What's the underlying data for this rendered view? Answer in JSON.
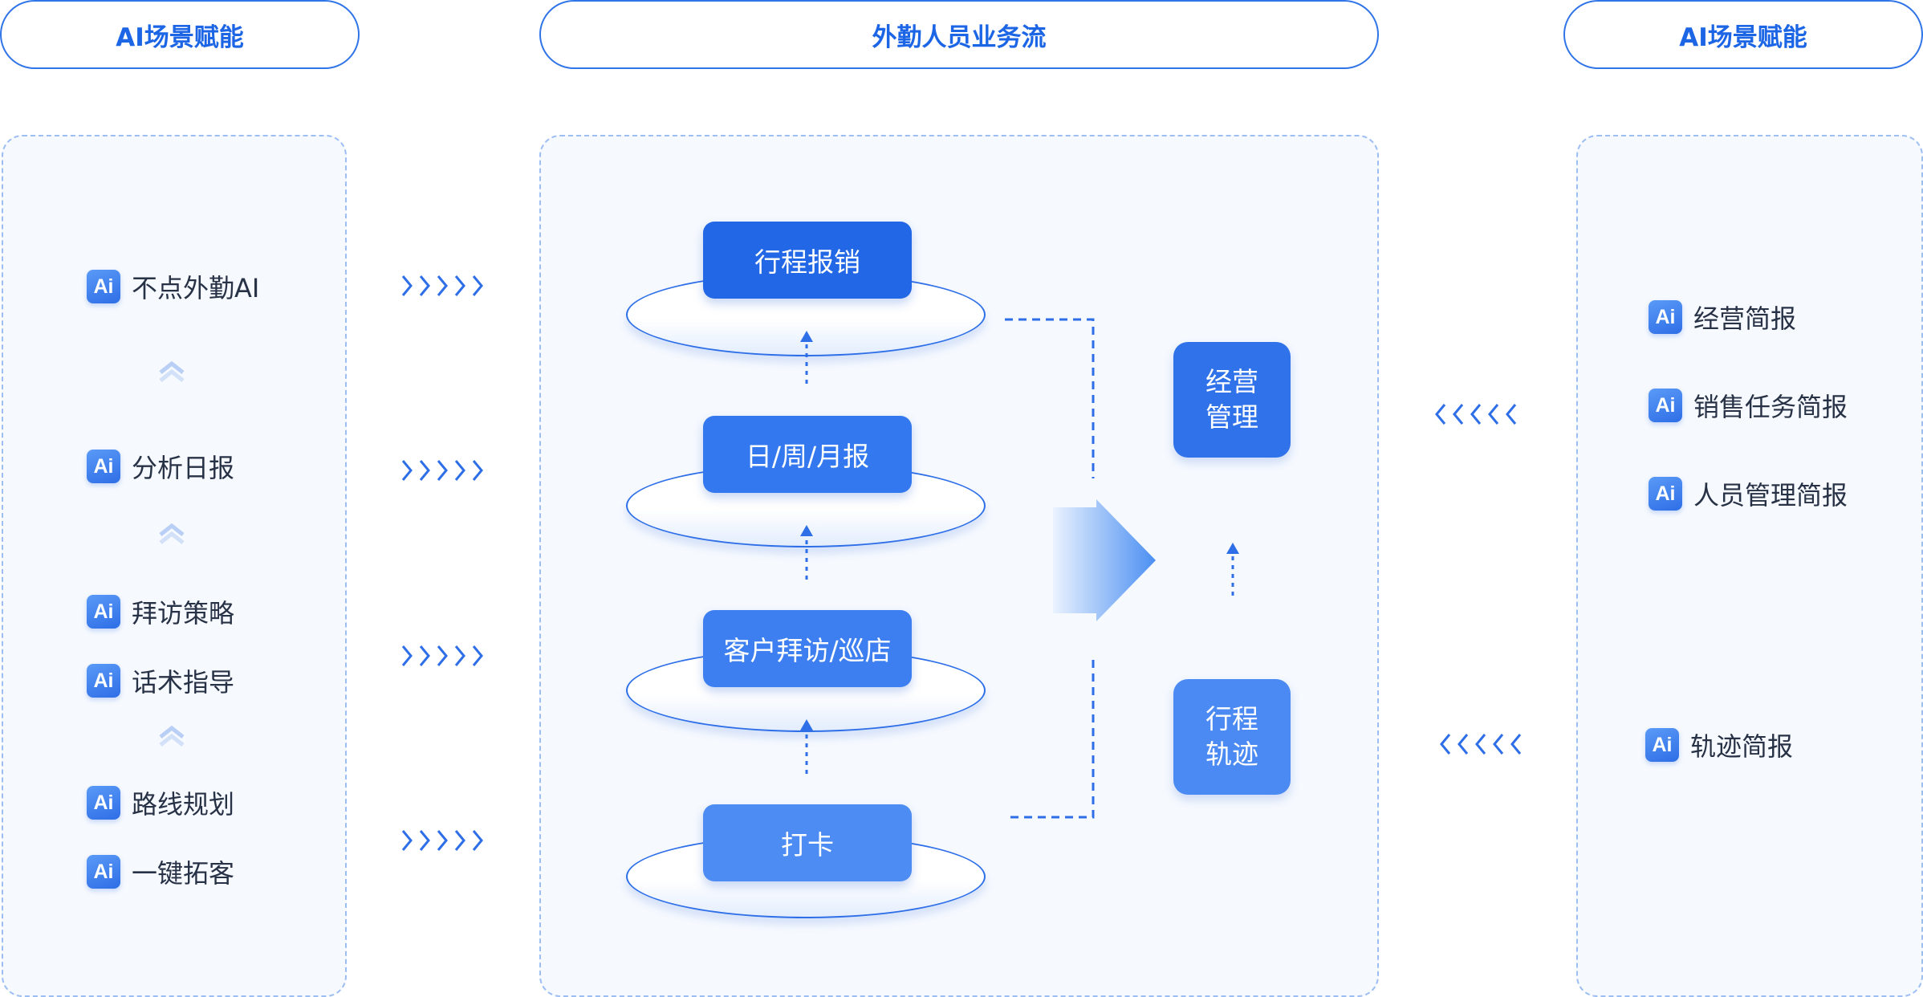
{
  "headers": {
    "left": "AI场景赋能",
    "center": "外勤人员业务流",
    "right": "AI场景赋能"
  },
  "ai_badge_text": "Ai",
  "left_items": [
    "不点外勤AI",
    "分析日报",
    "拜访策略",
    "话术指导",
    "路线规划",
    "一键拓客"
  ],
  "flow_steps": [
    "行程报销",
    "日/周/月报",
    "客户拜访/巡店",
    "打卡"
  ],
  "management": {
    "business": [
      "经营",
      "管理"
    ],
    "track": [
      "行程",
      "轨迹"
    ]
  },
  "right_items": [
    "经营简报",
    "销售任务简报",
    "人员管理简报",
    "轨迹简报"
  ],
  "colors": {
    "accent": "#1c66e6",
    "box_dark": "#2268e6",
    "box_mid": "#3d7ff0",
    "box_light": "#5191f4",
    "panel_bg": "#f6f9fe"
  }
}
